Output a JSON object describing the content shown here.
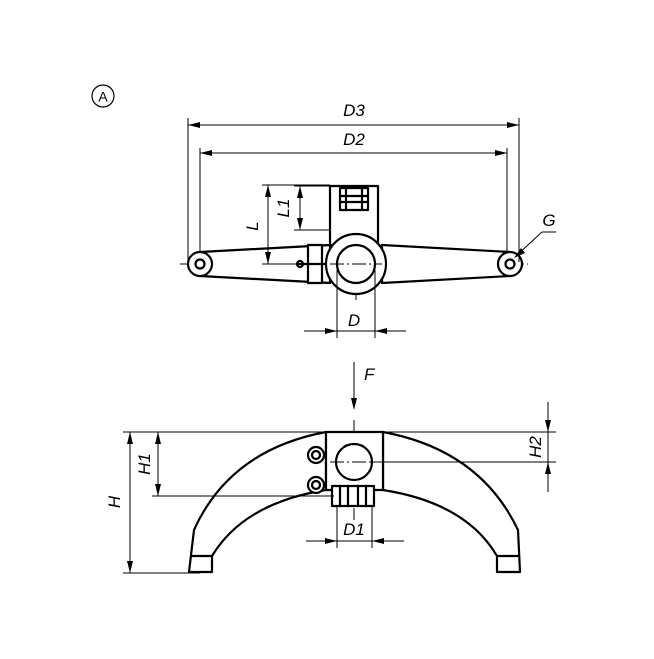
{
  "view_label": "A",
  "labels": {
    "D3": "D3",
    "D2": "D2",
    "L": "L",
    "L1": "L1",
    "G": "G",
    "D": "D",
    "F": "F",
    "H": "H",
    "H1": "H1",
    "H2": "H2",
    "D1": "D1"
  }
}
